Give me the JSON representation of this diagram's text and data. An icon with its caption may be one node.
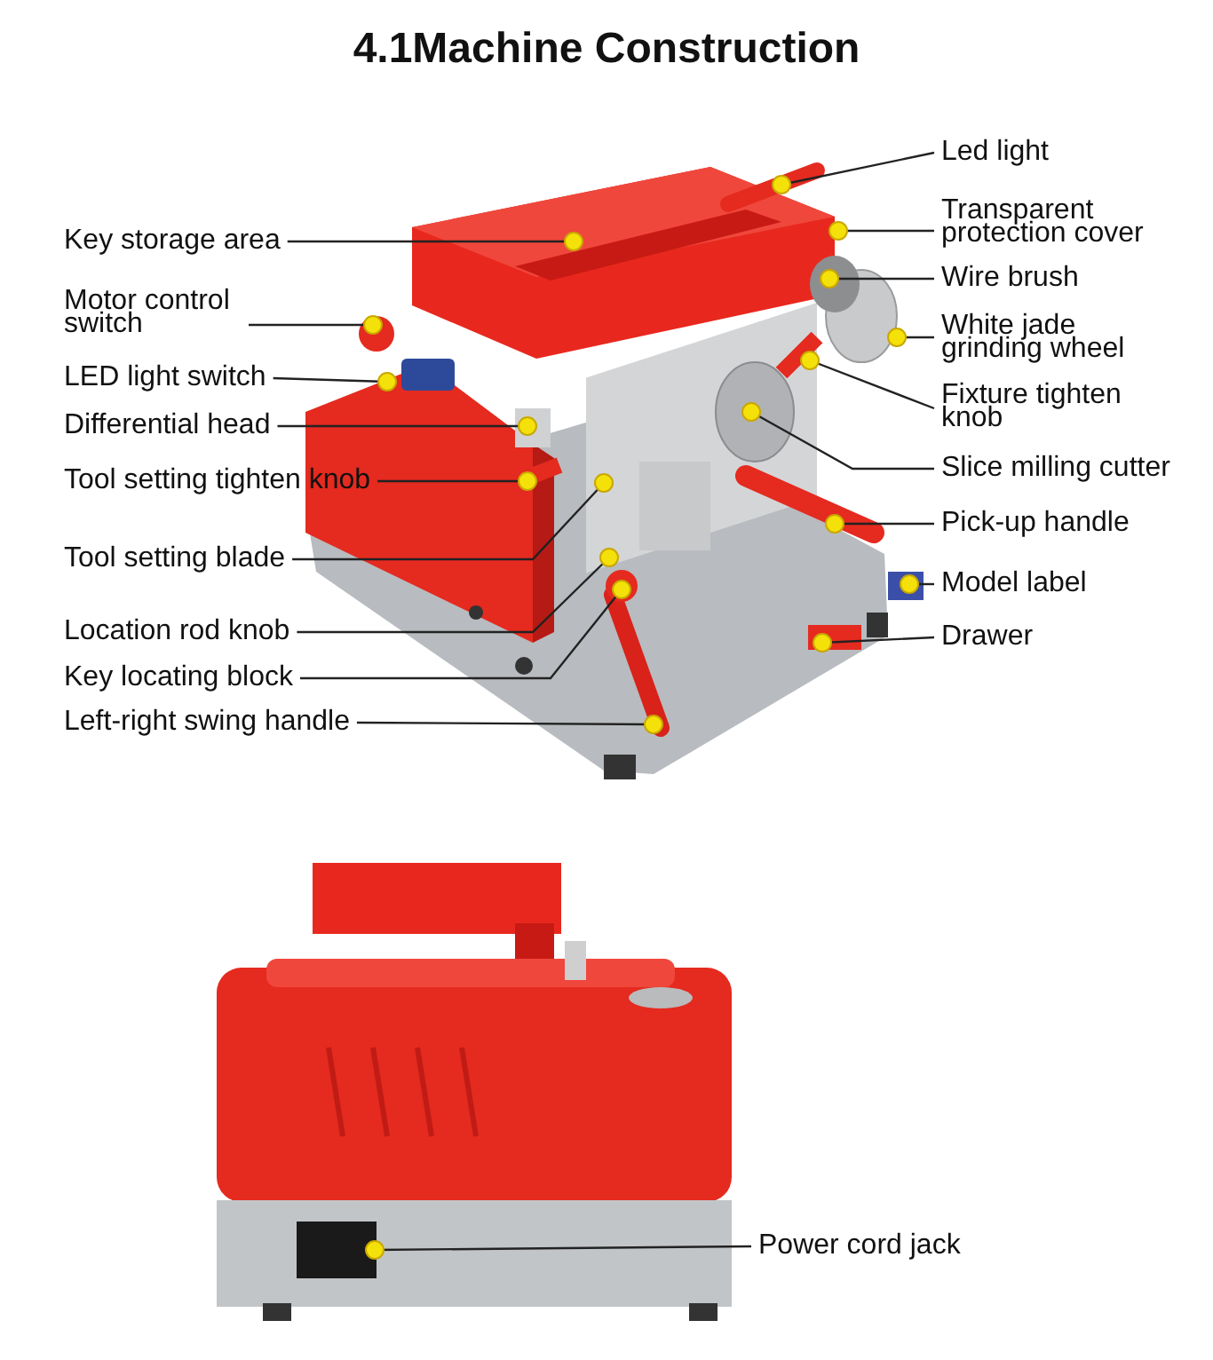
{
  "diagram": {
    "title": "4.1Machine Construction",
    "nodes": [
      {
        "text": [
          "Key storage area"
        ]
      },
      {
        "text": [
          "Motor control switch"
        ]
      },
      {
        "text": [
          "LED light switch"
        ]
      },
      {
        "text": [
          "Differential head"
        ]
      },
      {
        "text": [
          "Tool setting tighten knob"
        ]
      },
      {
        "text": [
          "Tool setting blade"
        ]
      },
      {
        "text": [
          "Location rod knob"
        ]
      },
      {
        "text": [
          "Key locating block"
        ]
      },
      {
        "text": [
          "Left-right swing handle"
        ]
      },
      {
        "text": [
          "Led light"
        ]
      },
      {
        "text": [
          "Transparent protection cover"
        ]
      },
      {
        "text": [
          "Wire brush"
        ]
      },
      {
        "text": [
          "White jade grinding wheel"
        ]
      },
      {
        "text": [
          "Fixture tighten knob"
        ]
      },
      {
        "text": [
          "Slice milling cutter"
        ]
      },
      {
        "text": [
          "Pick-up handle"
        ]
      },
      {
        "text": [
          "Model label"
        ]
      },
      {
        "text": [
          "Drawer"
        ]
      },
      {
        "text": [
          "Power cord jack"
        ]
      }
    ],
    "edges": [
      {
        "from": 0,
        "to": null,
        "arrow": "other"
      },
      {
        "from": 1,
        "to": null,
        "arrow": "other"
      },
      {
        "from": 2,
        "to": null,
        "arrow": "other"
      },
      {
        "from": 3,
        "to": null,
        "arrow": "other"
      },
      {
        "from": 4,
        "to": null,
        "arrow": "other"
      },
      {
        "from": 5,
        "to": null,
        "arrow": "other"
      },
      {
        "from": 6,
        "to": null,
        "arrow": "other"
      },
      {
        "from": 7,
        "to": null,
        "arrow": "other"
      },
      {
        "from": 8,
        "to": null,
        "arrow": "other"
      },
      {
        "from": 9,
        "to": null,
        "arrow": "other"
      },
      {
        "from": 10,
        "to": null,
        "arrow": "other"
      },
      {
        "from": 11,
        "to": null,
        "arrow": "other"
      },
      {
        "from": 12,
        "to": null,
        "arrow": "other"
      },
      {
        "from": 13,
        "to": null,
        "arrow": "other"
      },
      {
        "from": 14,
        "to": null,
        "arrow": "other"
      },
      {
        "from": 15,
        "to": null,
        "arrow": "other"
      },
      {
        "from": 16,
        "to": null,
        "arrow": "other"
      },
      {
        "from": 17,
        "to": null,
        "arrow": "other"
      },
      {
        "from": 18,
        "to": null,
        "arrow": "other"
      }
    ]
  }
}
